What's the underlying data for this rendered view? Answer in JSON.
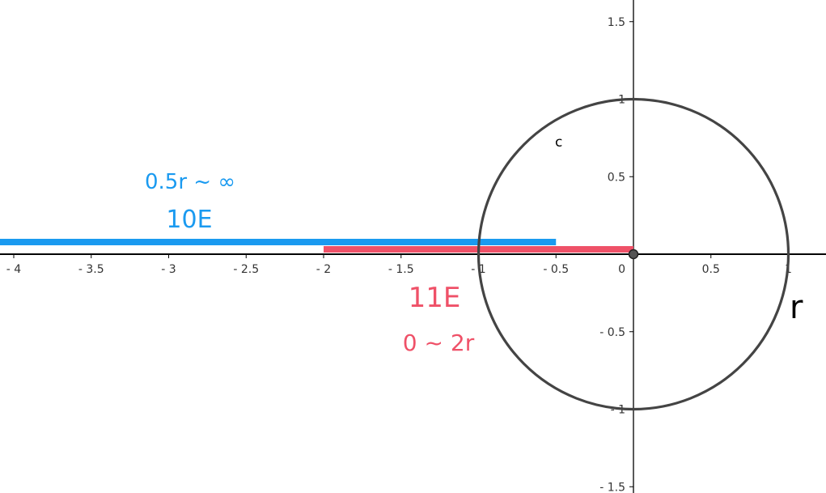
{
  "graph": {
    "x_range": [
      -4.1,
      1.23
    ],
    "y_range": [
      -1.6,
      1.6
    ],
    "x_ticks": [
      {
        "value": -4,
        "label": "- 4"
      },
      {
        "value": -3.5,
        "label": "- 3.5"
      },
      {
        "value": -3,
        "label": "- 3"
      },
      {
        "value": -2.5,
        "label": "- 2.5"
      },
      {
        "value": -2,
        "label": "- 2"
      },
      {
        "value": -1.5,
        "label": "- 1.5"
      },
      {
        "value": -1,
        "label": "- 1"
      },
      {
        "value": -0.5,
        "label": "- 0.5"
      },
      {
        "value": 0,
        "label": "0"
      },
      {
        "value": 0.5,
        "label": "0.5"
      },
      {
        "value": 1,
        "label": "1"
      }
    ],
    "y_ticks": [
      {
        "value": 1.5,
        "label": "1.5"
      },
      {
        "value": 1,
        "label": "1"
      },
      {
        "value": 0.5,
        "label": "0.5"
      },
      {
        "value": -0.5,
        "label": "- 0.5"
      },
      {
        "value": -1,
        "label": "- 1"
      },
      {
        "value": -1.5,
        "label": "- 1.5"
      }
    ],
    "axis_color": "#000000",
    "circle": {
      "name": "c",
      "cx": 0,
      "cy": 0,
      "r": 1,
      "color": "#444444"
    },
    "origin_point_color": "#555555",
    "x_axis_name": "r",
    "blue_segment": {
      "from": -4.1,
      "to": -0.5,
      "color": "#1a9af0",
      "label_name": "10E",
      "label_range": "0.5r ~ ∞"
    },
    "red_segment": {
      "from": -2,
      "to": 0,
      "color": "#ef5168",
      "label_name": "11E",
      "label_range": "0 ~ 2r"
    }
  }
}
